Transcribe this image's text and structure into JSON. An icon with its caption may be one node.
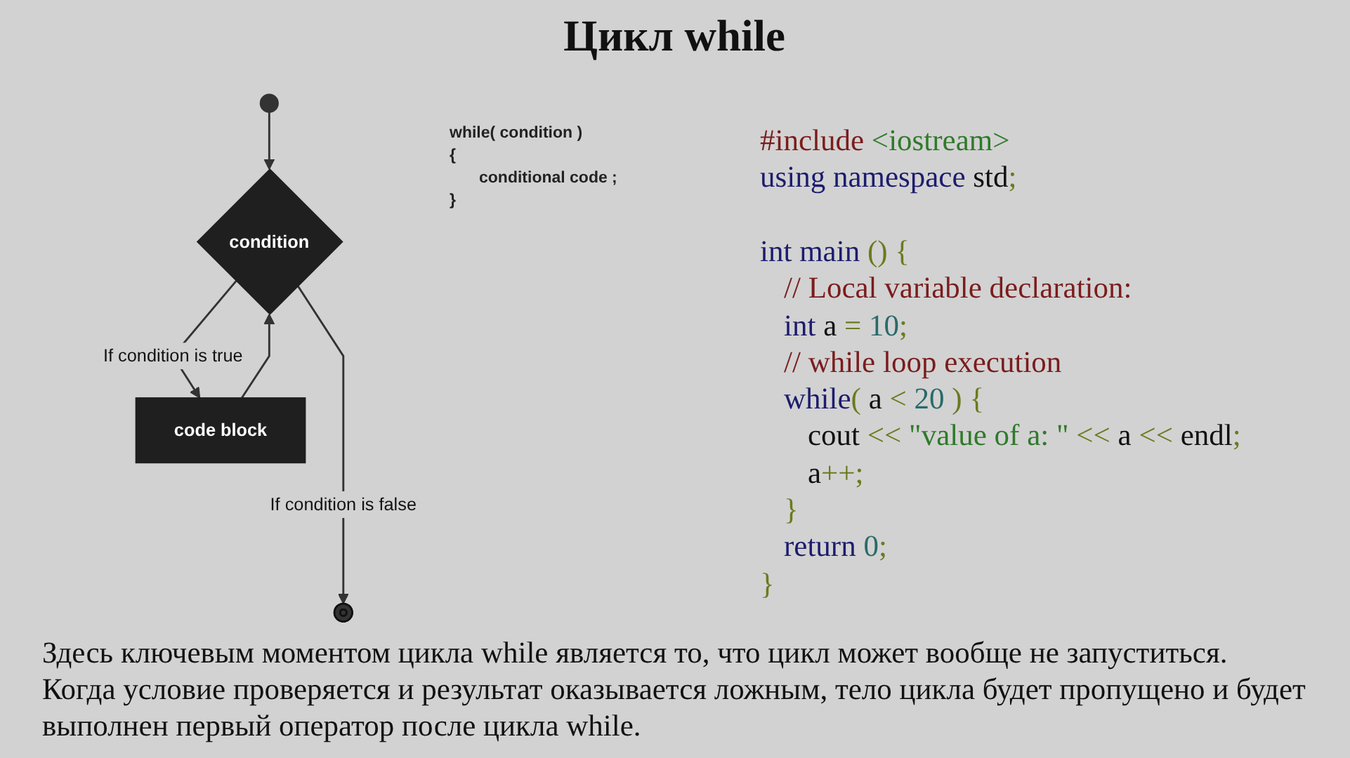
{
  "diagram": {
    "title": "Цикл while",
    "caption": "Здесь ключевым моментом цикла while является то, что цикл может вообще не запуститься. Когда условие проверяется и результат оказывается ложным, тело цикла будет пропущено и будет выполнен первый оператор после цикла while.",
    "nodes": [
      {
        "text": [],
        "shape": "circle"
      },
      {
        "text": [
          "condition"
        ]
      },
      {
        "text": [
          "code block"
        ]
      },
      {
        "text": [],
        "shape": "circle"
      }
    ],
    "edges": [
      {
        "from": 0,
        "to": 1,
        "arrow": "to"
      },
      {
        "from": 1,
        "to": 2,
        "arrow": "to",
        "label": "If condition is true"
      },
      {
        "from": 2,
        "to": 1,
        "arrow": "to"
      },
      {
        "from": 1,
        "to": 3,
        "arrow": "to",
        "label": "If condition is false"
      }
    ],
    "labels": [
      "while( condition )",
      "{",
      "conditional code ;",
      "}",
      "#include <iostream>",
      "using namespace std;",
      "int main () {",
      "// Local variable declaration:",
      "int a = 10;",
      "// while loop execution",
      "while( a < 20 ) {",
      "cout << \"value of a: \" << a << endl;",
      "a++;",
      "}",
      "return 0;",
      "}"
    ]
  }
}
